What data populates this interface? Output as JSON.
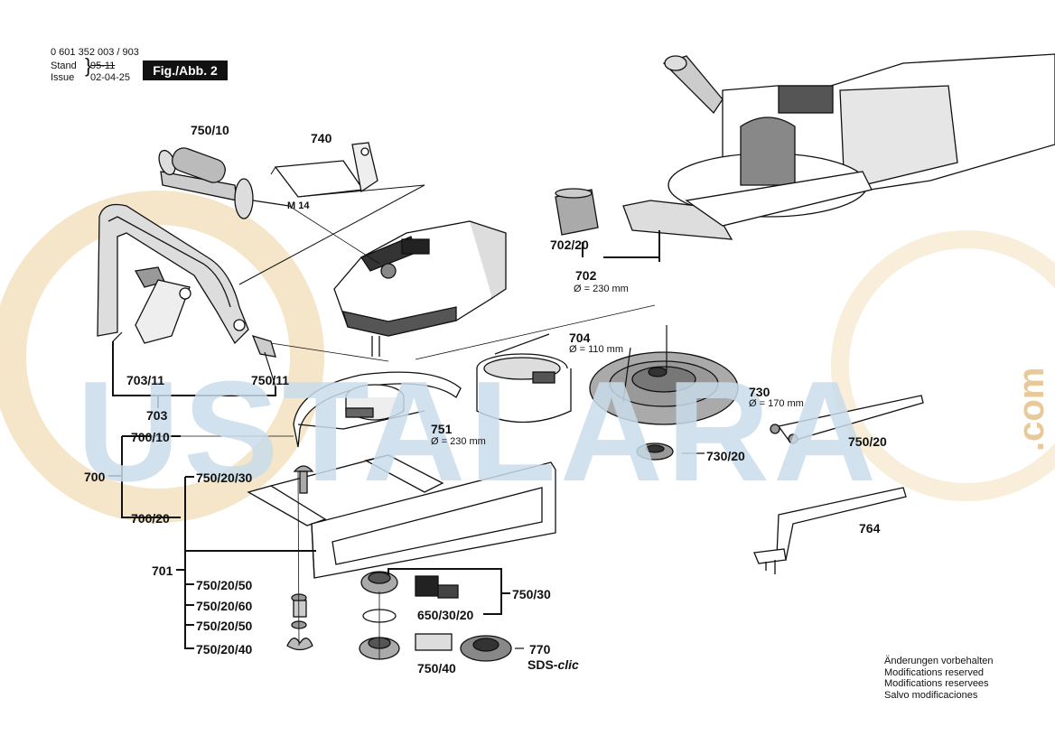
{
  "header": {
    "doc_number": "0 601 352 003 / 903",
    "stand_label": "Stand",
    "stand_value": "95-11",
    "issue_label": "Issue",
    "issue_value": "02-04-25",
    "figure_label": "Fig./Abb. 2"
  },
  "watermark": {
    "text": "USTALARA",
    "suffix": ".com",
    "colors": {
      "main": "#c9dcea",
      "ring": "#f3e2c0",
      "suffix": "#e8c99a"
    }
  },
  "parts": {
    "p750_10": "750/10",
    "p740": "740",
    "m14": "M 14",
    "p703_11": "703/11",
    "p750_11": "750/11",
    "p703": "703",
    "p702_20": "702/20",
    "p702": "702",
    "p702_dim": "Ø = 230 mm",
    "p704": "704",
    "p704_dim": "Ø = 110 mm",
    "p730": "730",
    "p730_dim": "Ø = 170 mm",
    "p751": "751",
    "p751_dim": "Ø = 230 mm",
    "p730_20": "730/20",
    "p750_20": "750/20",
    "p764": "764",
    "p700_10": "700/10",
    "p700": "700",
    "p700_20": "700/20",
    "p750_20_30": "750/20/30",
    "p701": "701",
    "p750_20_50a": "750/20/50",
    "p750_20_60": "750/20/60",
    "p750_20_50b": "750/20/50",
    "p750_20_40": "750/20/40",
    "p750_30": "750/30",
    "p650_30_20": "650/30/20",
    "p750_40": "750/40",
    "p770": "770",
    "sds_prefix": "SDS-",
    "sds_suffix": "clic"
  },
  "notes": [
    "Änderungen vorbehalten",
    "Modifications reserved",
    "Modifications reservees",
    "Salvo modificaciones"
  ]
}
